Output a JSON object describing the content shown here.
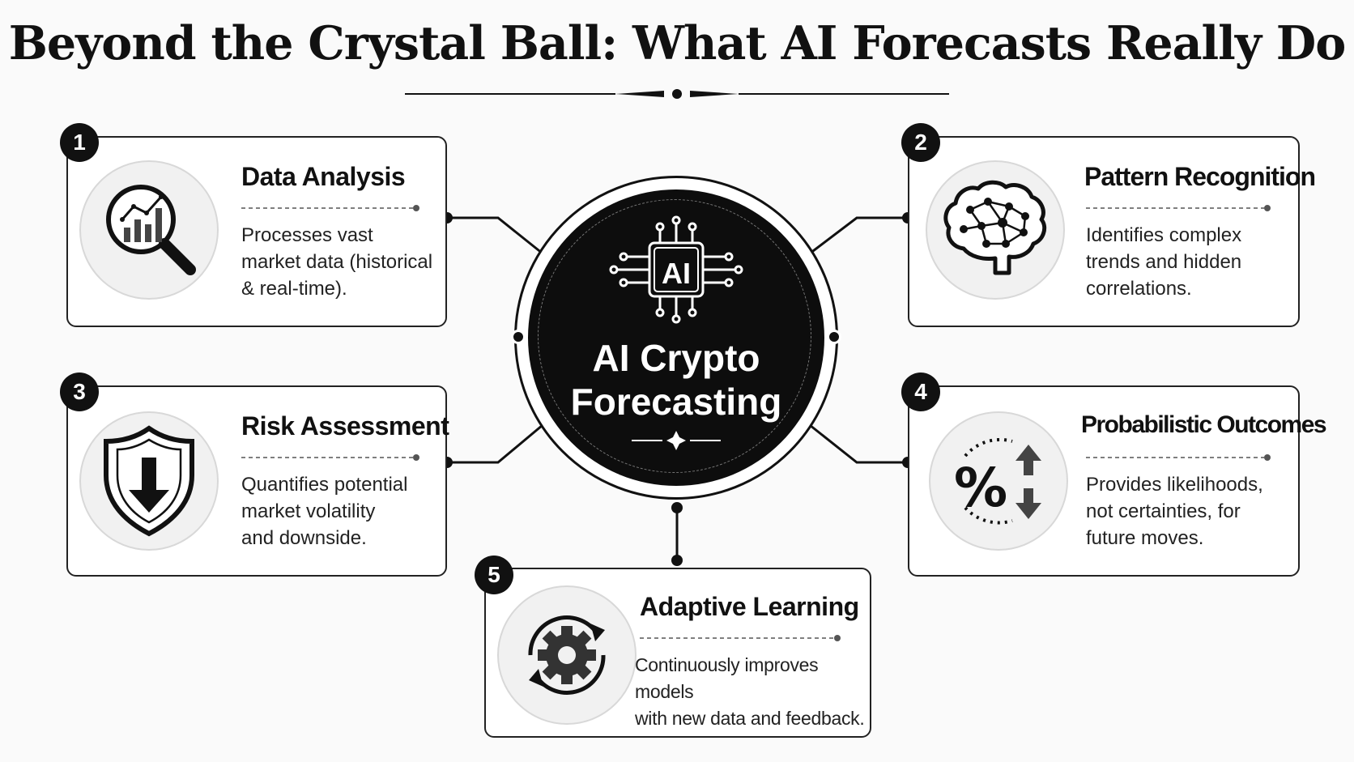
{
  "page": {
    "title": "Beyond the Crystal Ball: What AI Forecasts Really Do"
  },
  "hub": {
    "chip_label": "AI",
    "line1": "AI Crypto",
    "line2": "Forecasting"
  },
  "cards": [
    {
      "number": "1",
      "title": "Data Analysis",
      "icon": "magnifier-chart-icon",
      "lines": [
        "Processes vast",
        "market data (historical",
        "& real-time)."
      ]
    },
    {
      "number": "2",
      "title": "Pattern Recognition",
      "icon": "brain-network-icon",
      "lines": [
        "Identifies complex",
        "trends and hidden",
        "correlations."
      ]
    },
    {
      "number": "3",
      "title": "Risk Assessment",
      "icon": "shield-down-arrow-icon",
      "lines": [
        "Quantifies potential",
        "market volatility",
        "and downside."
      ]
    },
    {
      "number": "4",
      "title": "Probabilistic Outcomes",
      "icon": "percent-arrows-icon",
      "lines": [
        "Provides likelihoods,",
        "not certainties, for",
        "future moves."
      ]
    },
    {
      "number": "5",
      "title": "Adaptive Learning",
      "icon": "gear-cycle-icon",
      "lines": [
        "Continuously improves models",
        "with new data and feedback."
      ]
    }
  ]
}
